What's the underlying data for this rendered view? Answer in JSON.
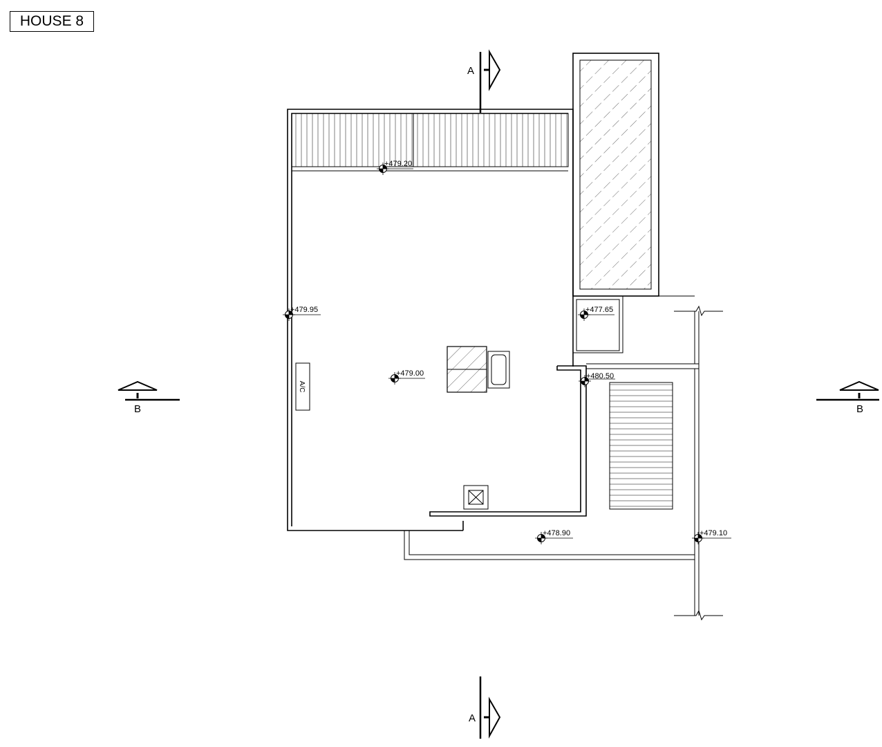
{
  "title": "HOUSE 8",
  "section_a_label": "A",
  "section_b_label": "B",
  "ac_label": "A/C",
  "levels": {
    "terrace_edge": "+479.20",
    "west_wall": "+479.95",
    "roof_center": "+479.00",
    "east_small_room": "+477.65",
    "stair_wall": "+480.50",
    "south_terrace": "+478.90",
    "east_edge": "+479.10"
  }
}
